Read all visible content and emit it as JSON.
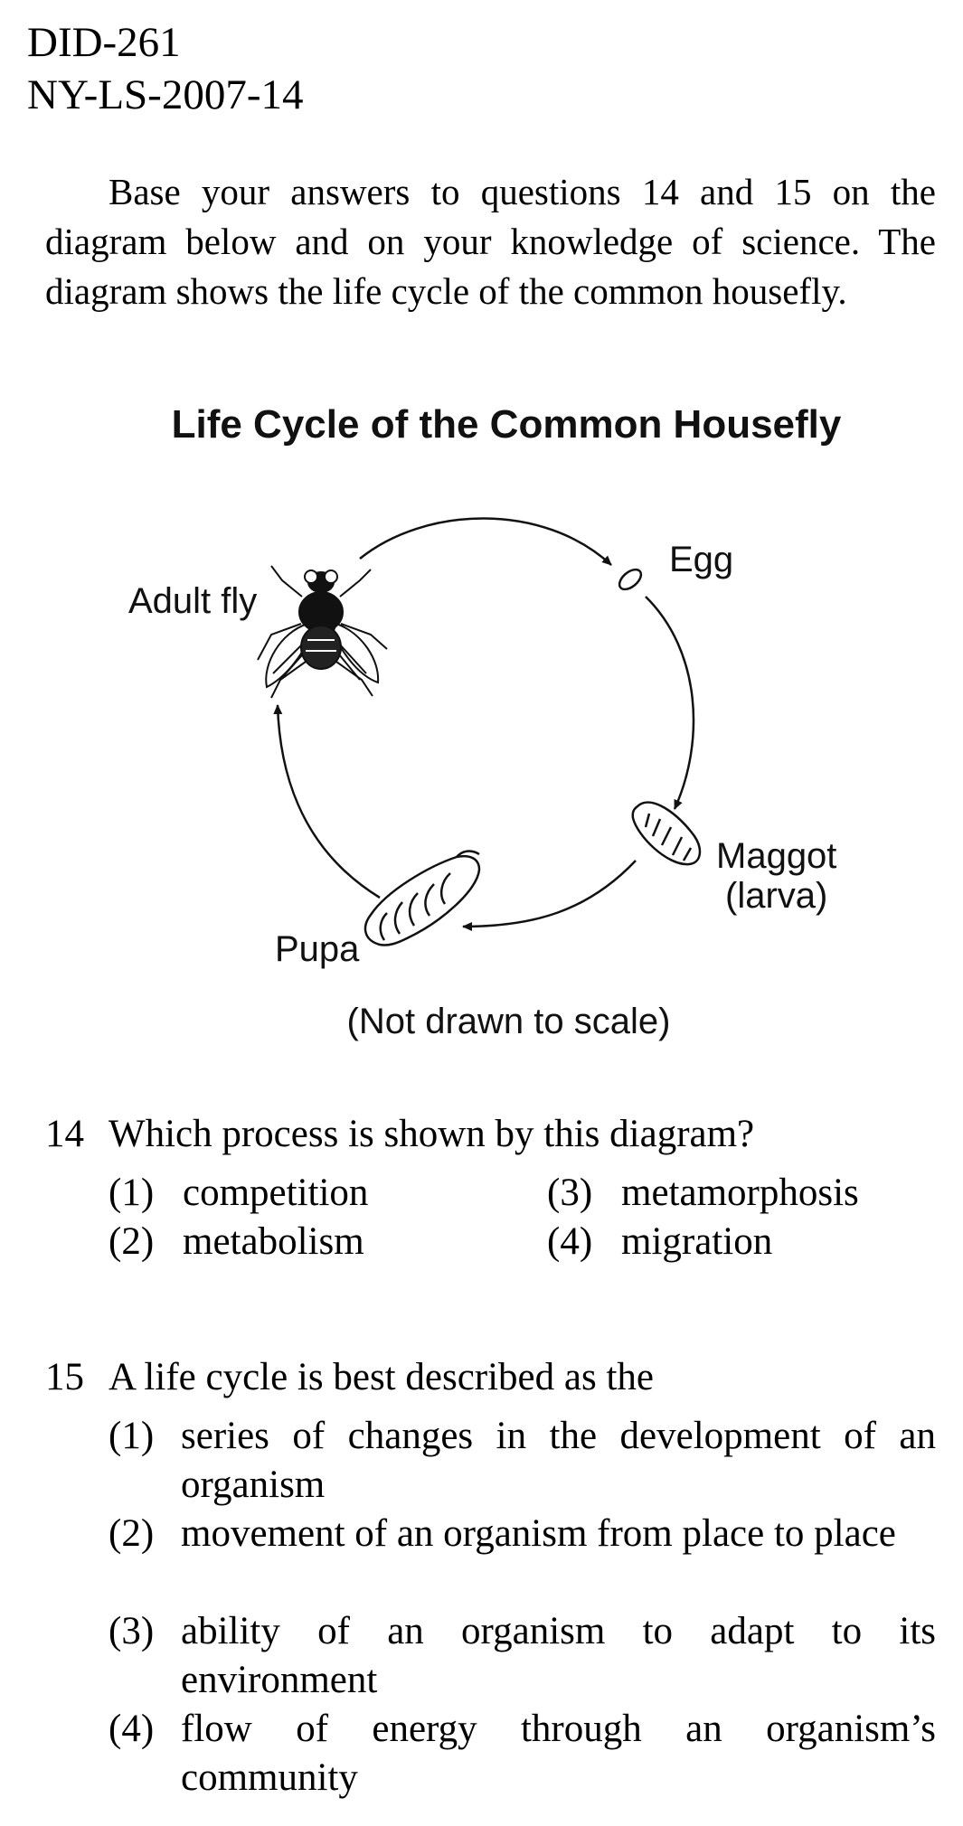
{
  "header": {
    "line1": "DID-261",
    "line2": "NY-LS-2007-14"
  },
  "intro": "Base your answers to questions 14 and 15 on the diagram below and on your knowledge of science. The diagram shows the life cycle of the common housefly.",
  "diagram": {
    "title": "Life Cycle of the Common Housefly",
    "labels": {
      "egg": "Egg",
      "adult": "Adult fly",
      "maggot_line1": "Maggot",
      "maggot_line2": "(larva)",
      "pupa": "Pupa"
    },
    "note": "(Not drawn to scale)"
  },
  "q14": {
    "number": "14",
    "text": "Which process is shown by this diagram?",
    "options": [
      {
        "num": "(1)",
        "text": "competition"
      },
      {
        "num": "(2)",
        "text": "metabolism"
      },
      {
        "num": "(3)",
        "text": "metamorphosis"
      },
      {
        "num": "(4)",
        "text": "migration"
      }
    ]
  },
  "q15": {
    "number": "15",
    "text": "A life cycle is best described as the",
    "options": [
      {
        "num": "(1)",
        "text": "series of changes in the development of an organism"
      },
      {
        "num": "(2)",
        "text": "movement of an organism from place to place"
      },
      {
        "num": "(3)",
        "text": "ability of an organism to adapt to its environment"
      },
      {
        "num": "(4)",
        "text": "flow of energy through an organism’s community"
      }
    ]
  }
}
